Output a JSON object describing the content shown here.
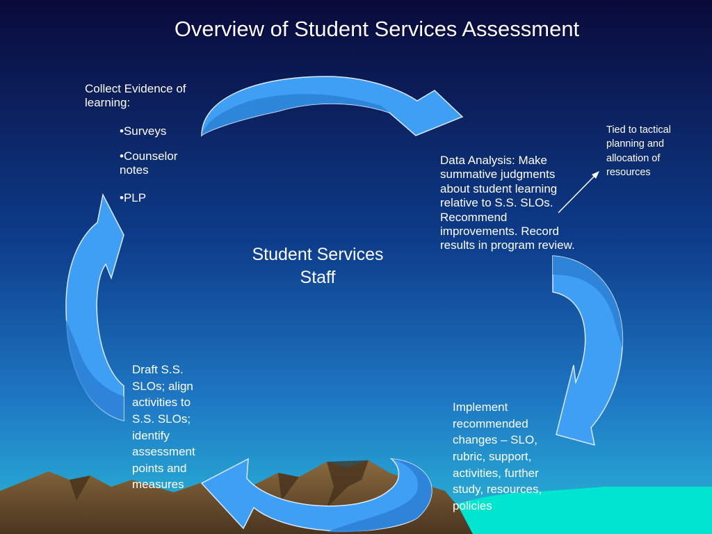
{
  "slide": {
    "title": "Overview of Student Services Assessment",
    "center_label": "Student Services Staff",
    "collect": {
      "heading": "Collect Evidence of learning:",
      "items": [
        "•Surveys",
        "•Counselor notes",
        "•PLP"
      ]
    },
    "analysis": "Data Analysis: Make summative judgments about student learning relative to S.S. SLOs. Recommend improvements. Record results in program review.",
    "tied_note": "Tied to tactical planning and allocation of resources",
    "draft": "Draft S.S. SLOs; align activities to S.S. SLOs; identify assessment points and measures",
    "implement": "Implement recommended changes – SLO, rubric, support, activities, further study, resources, policies"
  },
  "colors": {
    "background_top": "#0a0a3a",
    "background_mid": "#0d3c8a",
    "background_bottom": "#2ab8d8",
    "arrow_fill": "#3f9ff5",
    "arrow_stroke": "#dce9ff",
    "mountain": "#6e5230",
    "water": "#00e5cf"
  }
}
